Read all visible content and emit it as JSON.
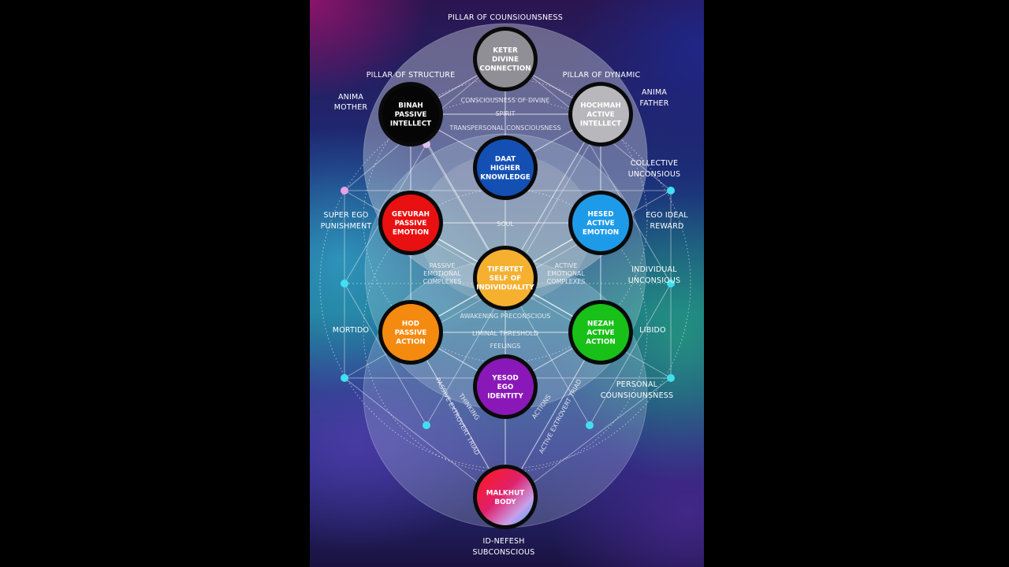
{
  "pillars": {
    "consciousness": "PILLAR OF COUNSIOUNSNESS",
    "structure": "PILLAR OF STRUCTURE",
    "dynamic": "PILLAR OF DYNAMIC"
  },
  "nodes": [
    {
      "id": "keter",
      "lines": [
        "KETER",
        "DIVINE",
        "CONNECTION"
      ],
      "color": "#8f8f95"
    },
    {
      "id": "binah",
      "lines": [
        "BINAH",
        "PASSIVE",
        "INTELLECT"
      ],
      "color": "#050505"
    },
    {
      "id": "hochmah",
      "lines": [
        "HOCHMAH",
        "ACTIVE",
        "INTELLECT"
      ],
      "color": "#b8b8bc"
    },
    {
      "id": "daat",
      "lines": [
        "DAAT",
        "HIGHER",
        "KNOWLEDGE"
      ],
      "color": "#1450b4"
    },
    {
      "id": "gevurah",
      "lines": [
        "GEVURAH",
        "PASSIVE",
        "EMOTION"
      ],
      "color": "#e81010"
    },
    {
      "id": "hesed",
      "lines": [
        "HESED",
        "ACTIVE",
        "EMOTION"
      ],
      "color": "#1e9be8"
    },
    {
      "id": "tifertet",
      "lines": [
        "TIFERTET",
        "SELF OF",
        "INDIVIDUALITY"
      ],
      "color": "#f5b030"
    },
    {
      "id": "hod",
      "lines": [
        "HOD",
        "PASSIVE",
        "ACTION"
      ],
      "color": "#f58a10"
    },
    {
      "id": "nezah",
      "lines": [
        "NEZAH",
        "ACTIVE",
        "ACTION"
      ],
      "color": "#18c018"
    },
    {
      "id": "yesod",
      "lines": [
        "YESOD",
        "EGO",
        "IDENTITY"
      ],
      "color": "#8a18b8"
    },
    {
      "id": "malkhut",
      "lines": [
        "MALKHUT",
        "BODY"
      ],
      "color": "#e82020"
    }
  ],
  "side_labels": {
    "anima_mother": [
      "ANIMA",
      "MOTHER"
    ],
    "anima_father": [
      "ANIMA",
      "FATHER"
    ],
    "collective": [
      "COLLECTIVE",
      "UNCONSIOUS"
    ],
    "super_ego": [
      "SUPER EGO",
      "PUNISHMENT"
    ],
    "ego_ideal": [
      "EGO IDEAL",
      "REWARD"
    ],
    "individual": [
      "INDIVIDUAL",
      "UNCONSIOUS"
    ],
    "mortido": [
      "MORTIDO"
    ],
    "libido": [
      "LIBIDO"
    ],
    "personal": [
      "PERSONAL",
      "COUNSIOUNSNESS"
    ],
    "id_nefesh": [
      "ID-NEFESH",
      "SUBCONSCIOUS"
    ]
  },
  "inner_labels": {
    "consciousness_divine": "CONSCIOUSNESS OF DIVINE",
    "spirit": "SPIRIT",
    "transpersonal": "TRANSPERSONAL CONSCIOUSNESS",
    "soul": "SOUL",
    "passive_complexes": [
      "PASSIVE",
      "EMOTIONAL",
      "COMPLEXES"
    ],
    "active_complexes": [
      "ACTIVE",
      "EMOTIONAL",
      "COMPLEXES"
    ],
    "awakening": "AWAKENING PRECONSCIOUS",
    "liminal": "LIMINAL THRESHOLD",
    "feelings": "FEELINGS",
    "passive_triad": "PASSIVE EXTROVERT TRIAD",
    "active_triad": "ACTIVE EXTROVERT TRIAD",
    "thinking": "THINKING",
    "actions": "ACTIONS"
  }
}
